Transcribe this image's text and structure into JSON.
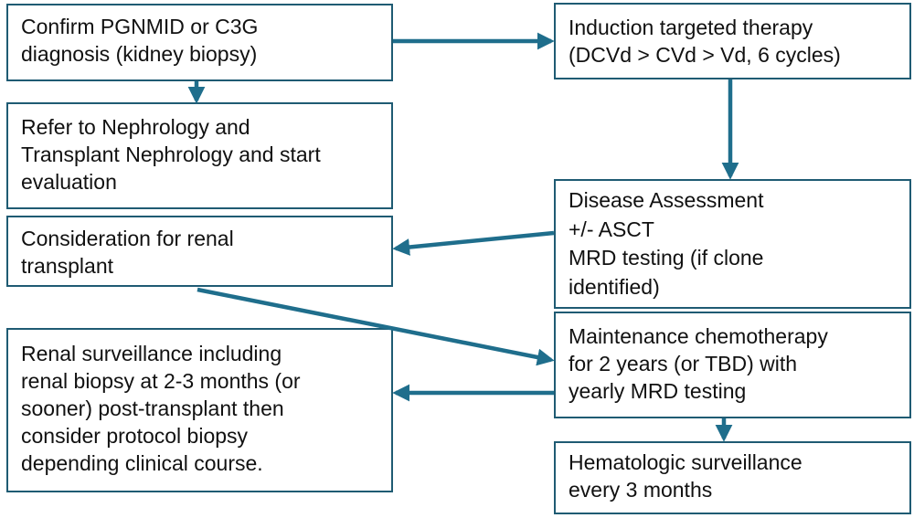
{
  "boxes": {
    "confirm_diagnosis": "Confirm PGNMID or C3G\ndiagnosis (kidney biopsy)",
    "refer_nephrology": "Refer to Nephrology and\nTransplant Nephrology and start\nevaluation",
    "renal_transplant": "Consideration for renal\ntransplant",
    "renal_surveillance": "Renal surveillance including\nrenal biopsy at 2-3 months (or\nsooner) post-transplant then\nconsider protocol biopsy\ndepending clinical course.",
    "induction_therapy": "Induction targeted therapy\n(DCVd > CVd > Vd, 6 cycles)",
    "disease_assessment": "Disease Assessment\n+/- ASCT\nMRD testing (if clone\nidentified)",
    "maintenance_chemo": "Maintenance chemotherapy\nfor 2 years (or TBD) with\nyearly MRD testing",
    "hematologic_surveillance": "Hematologic surveillance\nevery 3 months"
  },
  "colors": {
    "arrow": "#1f6e8c",
    "border": "#1f5b73"
  }
}
